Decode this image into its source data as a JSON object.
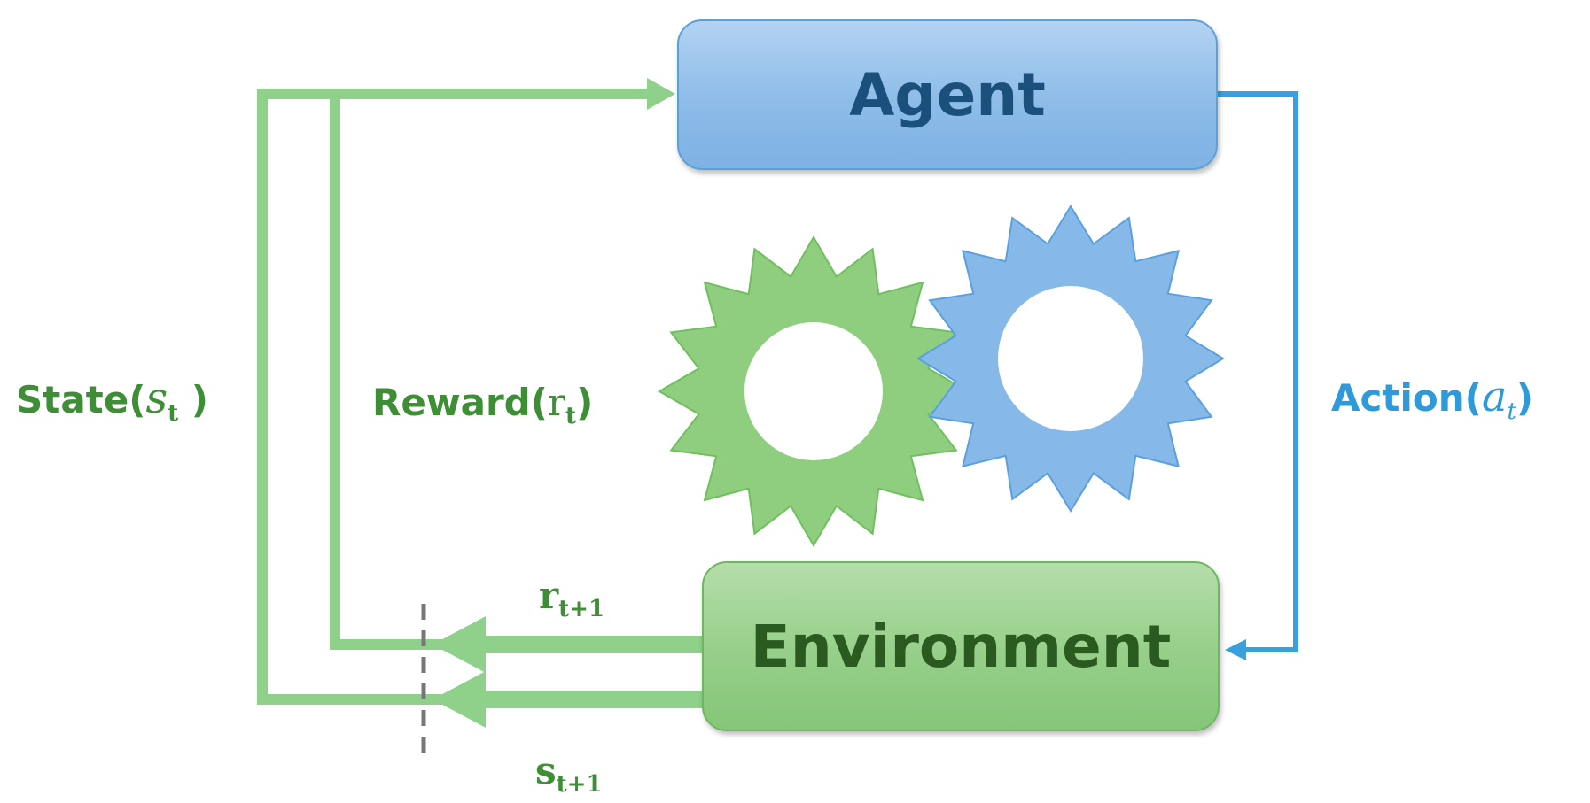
{
  "agent": {
    "title": "Agent"
  },
  "environment": {
    "title": "Environment"
  },
  "labels": {
    "state_prefix": "State(",
    "state_var": "s",
    "state_sub": "t",
    "state_suffix": " )",
    "reward_prefix": "Reward(",
    "reward_var": "r",
    "reward_sub": "t",
    "reward_suffix": ")",
    "action_prefix": "Action(",
    "action_var": "a",
    "action_sub": "t",
    "action_suffix": ")",
    "r_next_var": "r",
    "r_next_sub": "t+1",
    "s_next_var": "s",
    "s_next_sub": "t+1"
  },
  "colors": {
    "green_arrow": "#8fd08a",
    "green_text": "#3e8e36",
    "blue_arrow": "#3aa0dd",
    "blue_text": "#2f9ad9",
    "agent_fill": "#8dbce8",
    "env_fill": "#96cf89",
    "gear_green": "#8fce7f",
    "gear_blue": "#86b8e8"
  }
}
